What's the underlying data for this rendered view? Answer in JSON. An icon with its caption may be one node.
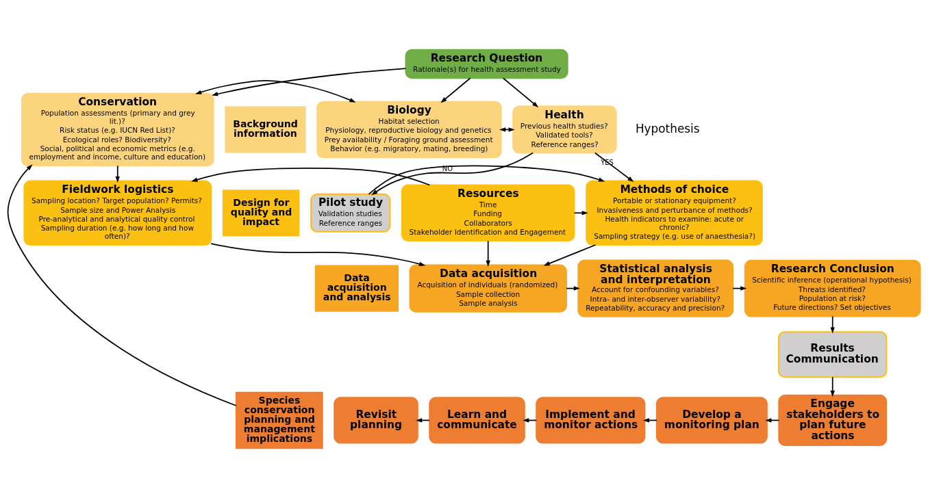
{
  "diagram": {
    "nodes": [
      {
        "text": [
          "Research Question",
          "Rationale(s) for health assessment study"
        ]
      },
      {
        "text": [
          "Background information"
        ]
      },
      {
        "text": [
          "Conservation",
          "Population assessments (primary and grey lit.)?",
          "Risk status (e.g. IUCN Red List)?",
          "Ecological roles? Biodiversity?",
          "Social, political and economic metrics (e.g. employment and income, culture and education)"
        ]
      },
      {
        "text": [
          "Biology",
          "Habitat selection",
          "Physiology, reproductive biology and genetics",
          "Prey availability / Foraging ground assessment",
          "Behavior (e.g. migratory, mating, breeding)"
        ]
      },
      {
        "text": [
          "Health",
          "Previous health studies?",
          "Validated tools?",
          "Reference ranges?"
        ]
      },
      {
        "text": [
          "Pilot study",
          "Validation studies",
          "Reference ranges"
        ]
      },
      {
        "text": [
          "Design for quality and impact"
        ]
      },
      {
        "text": [
          "Fieldwork logistics",
          "Sampling location? Target population? Permits?",
          "Sample size and Power Analysis",
          "Pre-analytical and analytical quality control",
          "Sampling duration (e.g. how long and how often)?"
        ]
      },
      {
        "text": [
          "Resources",
          "Time",
          "Funding",
          "Collaborators",
          "Stakeholder Identification and Engagement"
        ]
      },
      {
        "text": [
          "Methods of choice",
          "Portable or stationary equipment?",
          "Invasiveness and perturbance of methods?",
          "Health indicators to examine: acute or chronic?",
          "Sampling strategy (e.g. use of anaesthesia?)"
        ]
      },
      {
        "text": [
          "Data acquisition and analysis"
        ]
      },
      {
        "text": [
          "Data acquisition",
          "Acquisition of individuals (randomized)",
          "Sample collection",
          "Sample analysis"
        ]
      },
      {
        "text": [
          "Statistical analysis and interpretation",
          "Account for confounding variables?",
          "Intra- and inter-observer variability?",
          "Repeatability, accuracy and precision?"
        ]
      },
      {
        "text": [
          "Research Conclusion",
          "Scientific inference (operational hypothesis)",
          "Threats identified?",
          "Population at risk?",
          "Future directions? Set objectives"
        ]
      },
      {
        "text": [
          "Results Communication"
        ]
      },
      {
        "text": [
          "Species conservation planning and management implications"
        ]
      },
      {
        "text": [
          "Revisit planning"
        ]
      },
      {
        "text": [
          "Learn and communicate"
        ]
      },
      {
        "text": [
          "Implement and monitor actions"
        ]
      },
      {
        "text": [
          "Develop a monitoring plan"
        ]
      },
      {
        "text": [
          "Engage stakeholders to plan future actions"
        ]
      }
    ],
    "edges": [
      {
        "from": 0,
        "to": 2,
        "arrow": "to"
      },
      {
        "from": 0,
        "to": 3,
        "arrow": "to"
      },
      {
        "from": 0,
        "to": 4,
        "arrow": "to"
      },
      {
        "from": 15,
        "to": 2,
        "arrow": "to"
      },
      {
        "from": 2,
        "to": 3,
        "arrow": "both"
      },
      {
        "from": 3,
        "to": 4,
        "arrow": "both"
      },
      {
        "from": 2,
        "to": 7,
        "arrow": "to"
      },
      {
        "from": 4,
        "to": 9,
        "arrow": "to",
        "label": "YES"
      },
      {
        "from": 4,
        "to": 5,
        "arrow": "to",
        "label": "NO"
      },
      {
        "from": 5,
        "to": 9,
        "arrow": "to"
      },
      {
        "from": 8,
        "to": 7,
        "arrow": "to"
      },
      {
        "from": 8,
        "to": 9,
        "arrow": "to"
      },
      {
        "from": 7,
        "to": 11,
        "arrow": "to"
      },
      {
        "from": 8,
        "to": 11,
        "arrow": "to"
      },
      {
        "from": 9,
        "to": 11,
        "arrow": "to"
      },
      {
        "from": 11,
        "to": 12,
        "arrow": "to"
      },
      {
        "from": 12,
        "to": 13,
        "arrow": "to"
      },
      {
        "from": 13,
        "to": 14,
        "arrow": "to"
      },
      {
        "from": 14,
        "to": 20,
        "arrow": "to"
      },
      {
        "from": 20,
        "to": 19,
        "arrow": "to"
      },
      {
        "from": 19,
        "to": 18,
        "arrow": "to"
      },
      {
        "from": 18,
        "to": 17,
        "arrow": "to"
      },
      {
        "from": 17,
        "to": 16,
        "arrow": "to"
      }
    ],
    "labels": [
      "Hypothesis"
    ]
  }
}
